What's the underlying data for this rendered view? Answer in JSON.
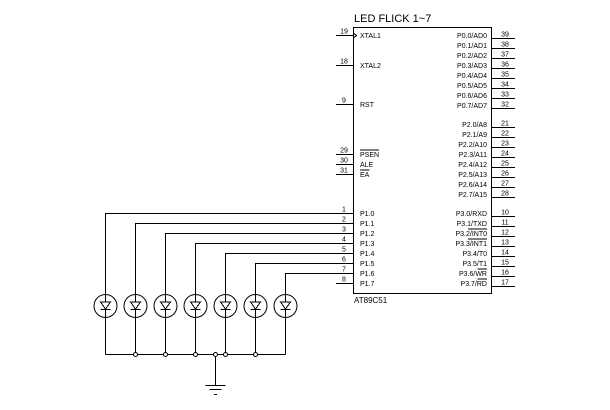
{
  "diagram": {
    "title": "LED FLICK 1~7",
    "chip": {
      "part_name": "AT89C51",
      "left_pins": [
        {
          "num": "19",
          "name": "XTAL1",
          "clock_marker": true
        },
        {
          "num": "18",
          "name": "XTAL2"
        },
        {
          "num": "9",
          "name": "RST"
        },
        {
          "num": "29",
          "name": "PSEN",
          "overbar": true
        },
        {
          "num": "30",
          "name": "ALE"
        },
        {
          "num": "31",
          "name": "EA",
          "overbar": true
        },
        {
          "num": "1",
          "name": "P1.0"
        },
        {
          "num": "2",
          "name": "P1.1"
        },
        {
          "num": "3",
          "name": "P1.2"
        },
        {
          "num": "4",
          "name": "P1.3"
        },
        {
          "num": "5",
          "name": "P1.4"
        },
        {
          "num": "6",
          "name": "P1.5"
        },
        {
          "num": "7",
          "name": "P1.6"
        },
        {
          "num": "8",
          "name": "P1.7"
        }
      ],
      "right_pins": [
        {
          "num": "39",
          "name": "P0.0/AD0"
        },
        {
          "num": "38",
          "name": "P0.1/AD1"
        },
        {
          "num": "37",
          "name": "P0.2/AD2"
        },
        {
          "num": "36",
          "name": "P0.3/AD3"
        },
        {
          "num": "35",
          "name": "P0.4/AD4"
        },
        {
          "num": "34",
          "name": "P0.5/AD5"
        },
        {
          "num": "33",
          "name": "P0.6/AD6"
        },
        {
          "num": "32",
          "name": "P0.7/AD7"
        },
        {
          "num": "21",
          "name": "P2.0/A8"
        },
        {
          "num": "22",
          "name": "P2.1/A9"
        },
        {
          "num": "23",
          "name": "P2.2/A10"
        },
        {
          "num": "24",
          "name": "P2.3/A11"
        },
        {
          "num": "25",
          "name": "P2.4/A12"
        },
        {
          "num": "26",
          "name": "P2.5/A13"
        },
        {
          "num": "27",
          "name": "P2.6/A14"
        },
        {
          "num": "28",
          "name": "P2.7/A15"
        },
        {
          "num": "10",
          "name": "P3.0/RXD"
        },
        {
          "num": "11",
          "name": "P3.1/TXD"
        },
        {
          "num": "12",
          "name": "P3.2/INT0",
          "overbar_part": "INT0"
        },
        {
          "num": "13",
          "name": "P3.3/INT1",
          "overbar_part": "INT1"
        },
        {
          "num": "14",
          "name": "P3.4/T0"
        },
        {
          "num": "15",
          "name": "P3.5/T1"
        },
        {
          "num": "16",
          "name": "P3.6/WR",
          "overbar_part": "WR"
        },
        {
          "num": "17",
          "name": "P3.7/RD",
          "overbar_part": "RD"
        }
      ]
    },
    "leds": [
      {
        "id": "LED1",
        "port_pin": "P1.0"
      },
      {
        "id": "LED2",
        "port_pin": "P1.1"
      },
      {
        "id": "LED3",
        "port_pin": "P1.2"
      },
      {
        "id": "LED4",
        "port_pin": "P1.3"
      },
      {
        "id": "LED5",
        "port_pin": "P1.4"
      },
      {
        "id": "LED6",
        "port_pin": "P1.5"
      },
      {
        "id": "LED7",
        "port_pin": "P1.6"
      }
    ],
    "ground": {
      "symbol": "ground-icon"
    }
  }
}
